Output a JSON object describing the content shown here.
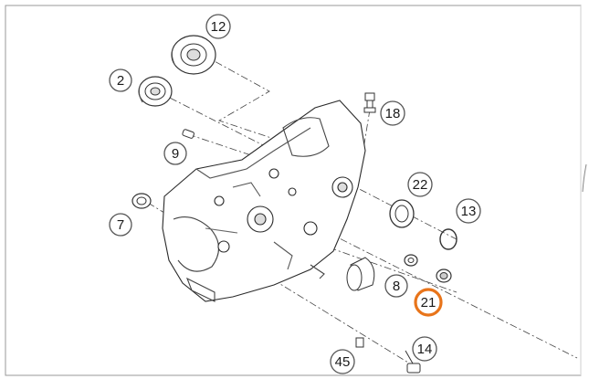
{
  "callouts": [
    {
      "id": "c12",
      "label": "12"
    },
    {
      "id": "c2",
      "label": "2"
    },
    {
      "id": "c18",
      "label": "18"
    },
    {
      "id": "c9",
      "label": "9"
    },
    {
      "id": "c22",
      "label": "22"
    },
    {
      "id": "c13",
      "label": "13"
    },
    {
      "id": "c7",
      "label": "7"
    },
    {
      "id": "c8",
      "label": "8"
    },
    {
      "id": "c21",
      "label": "21",
      "highlighted": true
    },
    {
      "id": "c45",
      "label": "45"
    },
    {
      "id": "c14",
      "label": "14"
    }
  ],
  "colors": {
    "frame": "#9a9a9a",
    "line": "#333333",
    "callout_ring": "#555555",
    "highlight": "#e8741a"
  }
}
